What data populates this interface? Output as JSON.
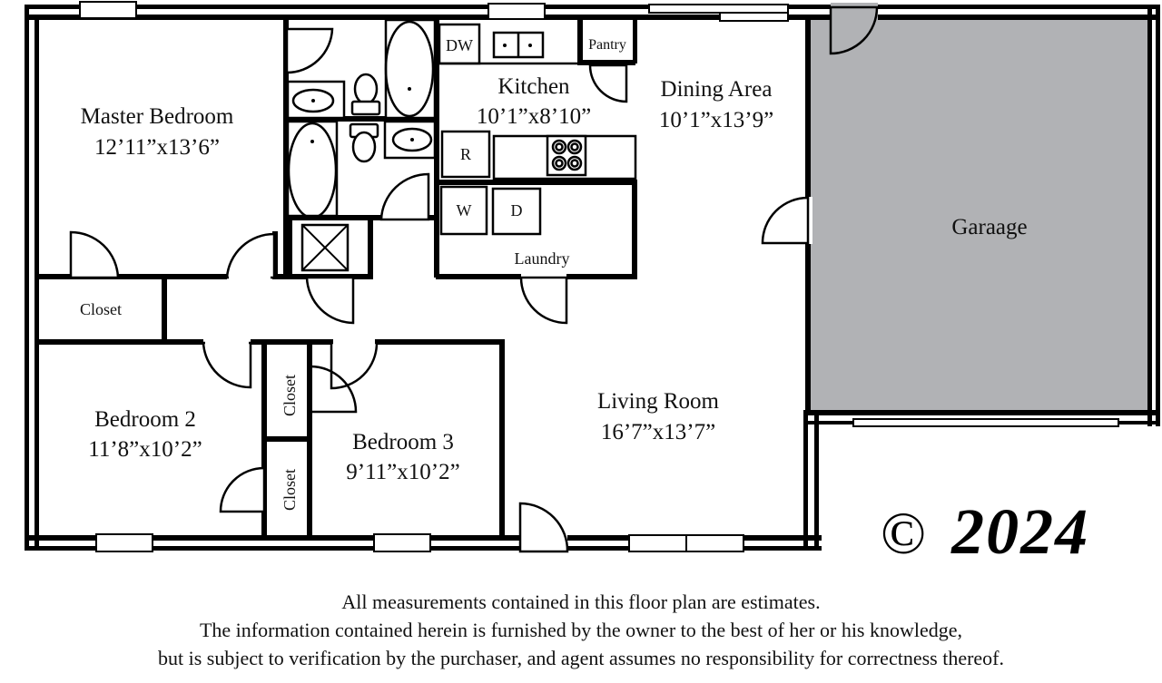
{
  "floor_plan": {
    "rooms": [
      {
        "id": "master-bedroom",
        "name": "Master Bedroom",
        "dimensions": "12’11”x13’6”"
      },
      {
        "id": "kitchen",
        "name": "Kitchen",
        "dimensions": "10’1”x8’10”"
      },
      {
        "id": "dining-area",
        "name": "Dining Area",
        "dimensions": "10’1”x13’9”"
      },
      {
        "id": "garage",
        "name": "Garaage",
        "dimensions": ""
      },
      {
        "id": "living-room",
        "name": "Living Room",
        "dimensions": "16’7”x13’7”"
      },
      {
        "id": "bedroom-2",
        "name": "Bedroom 2",
        "dimensions": "11’8”x10’2”"
      },
      {
        "id": "bedroom-3",
        "name": "Bedroom 3",
        "dimensions": "9’11”x10’2”"
      }
    ],
    "labels": {
      "closet_master": "Closet",
      "closet_upper": "Closet",
      "closet_lower": "Closet",
      "pantry": "Pantry",
      "laundry": "Laundry",
      "dishwasher": "DW",
      "refrigerator": "R",
      "washer": "W",
      "dryer": "D"
    },
    "colors": {
      "wall": "#000000",
      "garage_fill": "#b1b2b5",
      "background": "#ffffff"
    }
  },
  "copyright": {
    "symbol": "©",
    "year": "2024"
  },
  "disclaimer": [
    "All measurements contained in this floor plan are estimates.",
    "The information contained herein is furnished by the owner to the best of her or his knowledge,",
    "but is subject to verification by the purchaser, and agent assumes no responsibility for correctness thereof."
  ]
}
